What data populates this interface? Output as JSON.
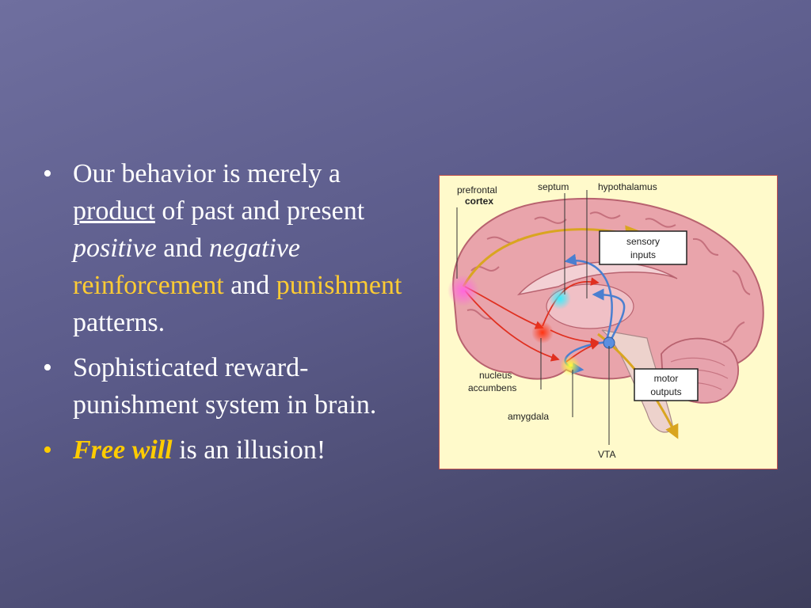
{
  "bullets": [
    {
      "parts": [
        {
          "text": "Our behavior is merely a "
        },
        {
          "text": "product",
          "style": "u"
        },
        {
          "text": " of past and present "
        },
        {
          "text": "positive",
          "style": "i"
        },
        {
          "text": " and "
        },
        {
          "text": "negative",
          "style": "i"
        },
        {
          "text": " "
        },
        {
          "text": "reinforcement",
          "style": "gold"
        },
        {
          "text": " and "
        },
        {
          "text": "punishment",
          "style": "gold"
        },
        {
          "text": " patterns."
        }
      ]
    },
    {
      "parts": [
        {
          "text": "Sophisticated reward-punishment system in brain."
        }
      ]
    },
    {
      "yellow_bullet": true,
      "parts": [
        {
          "text": "Free will",
          "style": "gold-bi"
        },
        {
          "text": " is an illusion!"
        }
      ]
    }
  ],
  "bullet_char": "•",
  "diagram": {
    "labels": {
      "prefrontal_1": "prefrontal",
      "prefrontal_2": "cortex",
      "septum": "septum",
      "hypothalamus": "hypothalamus",
      "sensory_1": "sensory",
      "sensory_2": "inputs",
      "nucleus_1": "nucleus",
      "nucleus_2": "accumbens",
      "amygdala": "amygdala",
      "motor_1": "motor",
      "motor_2": "outputs",
      "vta": "VTA"
    },
    "colors": {
      "background": "#fffacb",
      "border": "#c0504d",
      "brain": "#e8a0a8",
      "brain_dark": "#c96f7c",
      "pathway_gold": "#d9a520",
      "pathway_blue": "#4a7fd0",
      "pathway_red": "#e03020",
      "prefrontal_glow": "#ff55cc",
      "septum_glow": "#33e0ee",
      "accumbens_glow": "#ff4422",
      "amygdala_glow": "#ffee22"
    }
  }
}
